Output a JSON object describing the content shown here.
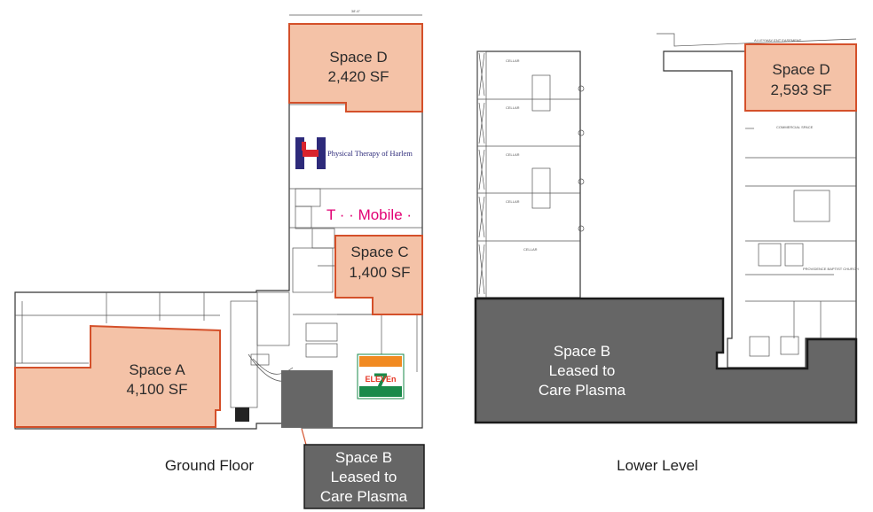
{
  "colors": {
    "available_space": "#f4c2a7",
    "available_border": "#d4502a",
    "leased_space": "#666666",
    "leased_border": "#1a1a1a",
    "wall": "#333333",
    "seven_eleven_green": "#1a8a4a",
    "seven_eleven_red": "#e63524",
    "seven_eleven_orange": "#f18a21",
    "tmobile_magenta": "#e20074",
    "pt_logo_purple": "#2d2a7a",
    "pt_logo_red": "#d9232d"
  },
  "ground_floor": {
    "caption": "Ground Floor",
    "dimension_note": "38'-6\"",
    "spaces": [
      {
        "id": "space-a",
        "name": "Space A",
        "area": "4,100 SF"
      },
      {
        "id": "space-c",
        "name": "Space C",
        "area": "1,400 SF"
      },
      {
        "id": "space-d",
        "name": "Space D",
        "area": "2,420 SF"
      }
    ],
    "leased": {
      "name": "Space B",
      "line2": "Leased to",
      "line3": "Care Plasma"
    },
    "tenants": {
      "physical_therapy": "Physical Therapy of Harlem",
      "tmobile": "T · · Mobile ·",
      "seven_eleven": "ELEVEn",
      "seven_eleven_numeral": "7"
    }
  },
  "lower_level": {
    "caption": "Lower Level",
    "spaces": [
      {
        "id": "space-d-lower",
        "name": "Space D",
        "area": "2,593 SF"
      }
    ],
    "leased": {
      "name": "Space B",
      "line2": "Leased to",
      "line3": "Care Plasma"
    },
    "annotations": {
      "church": "PROVIDENCE BAPTIST CHURCH",
      "easement": "ALLEYWAY   ENT   EASEMENT",
      "cellar_label": "CELLAR",
      "commercial_space": "COMMERCIAL SPACE"
    }
  }
}
